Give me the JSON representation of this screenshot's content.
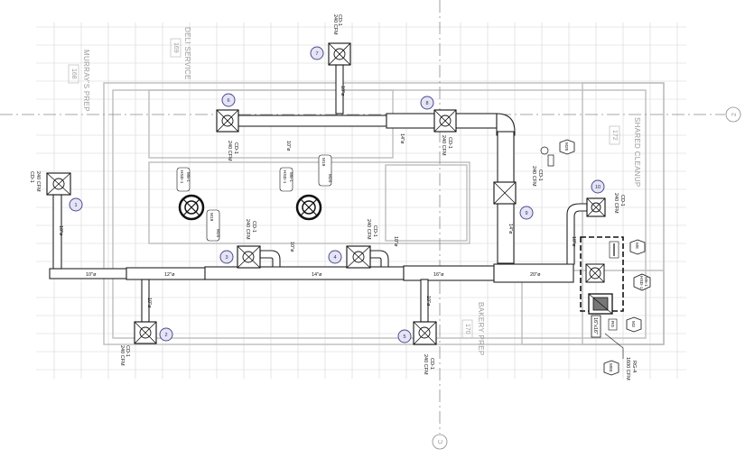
{
  "rooms": [
    {
      "name": "DELI SERVICE",
      "number": "169"
    },
    {
      "name": "MURRAY'S PREP",
      "number": "168"
    },
    {
      "name": "SHARED CLEANUP",
      "number": "172"
    },
    {
      "name": "BAKERY PREP",
      "number": "170"
    }
  ],
  "grid_markers": [
    "2",
    "C"
  ],
  "diffusers": [
    {
      "type": "CD-1",
      "cfm": "240 CFM",
      "callout": "1",
      "neck": "10\"ø"
    },
    {
      "type": "CD-1",
      "cfm": "240 CFM",
      "callout": "2",
      "neck": "10\"ø"
    },
    {
      "type": "CD-1",
      "cfm": "240 CFM",
      "callout": "3",
      "neck": "10\"ø"
    },
    {
      "type": "CD-1",
      "cfm": "240 CFM",
      "callout": "4",
      "neck": "10\"ø"
    },
    {
      "type": "CD-1",
      "cfm": "240 CFM",
      "callout": "5",
      "neck": "10\"ø"
    },
    {
      "type": "CD-1",
      "cfm": "240 CFM",
      "callout": "6",
      "neck": ""
    },
    {
      "type": "CD-1",
      "cfm": "240 CFM",
      "callout": "7",
      "neck": "10\"ø"
    },
    {
      "type": "CD-1",
      "cfm": "240 CFM",
      "callout": "8",
      "neck": ""
    },
    {
      "type": "CD-1",
      "cfm": "240 CFM",
      "callout": "9",
      "neck": ""
    },
    {
      "type": "CD-1",
      "cfm": "240 CFM",
      "callout": "10",
      "neck": "10\"ø"
    }
  ],
  "duct_sizes": {
    "main_1": "10\"ø",
    "main_2": "12\"ø",
    "main_3": "14\"ø",
    "main_4": "16\"ø",
    "main_5": "20\"ø",
    "upper_1": "10\"ø",
    "upper_2": "14\"ø",
    "riser": "14\"ø",
    "return": "16\"x16\""
  },
  "return_grille": {
    "type": "RG-4",
    "cfm": "1600 CFM"
  },
  "equipment_tags": [
    "M19",
    "M20",
    "HSD-1",
    "M6-1",
    "M25",
    "M8",
    "M3",
    "M80",
    "M23"
  ],
  "small_tag": "RG"
}
